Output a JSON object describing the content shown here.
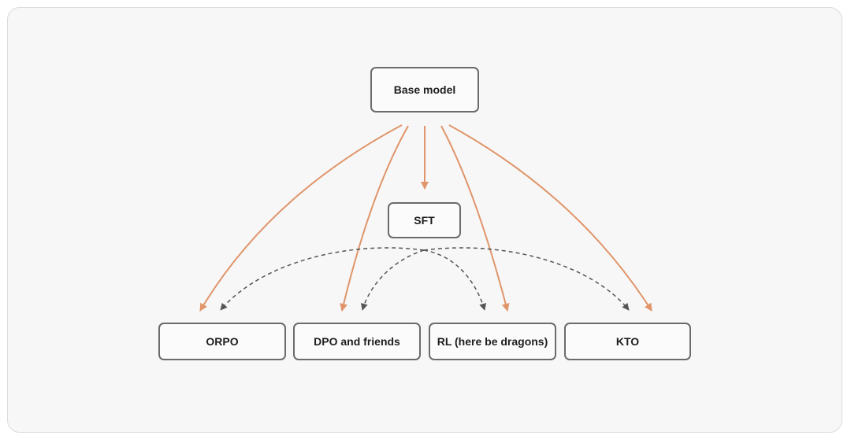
{
  "diagram": {
    "colors": {
      "background": "#f7f7f7",
      "node_border": "#6b6b6b",
      "solid_arrow": "#e0956a",
      "dashed_arrow": "#555555"
    },
    "nodes": {
      "base_model": {
        "label": "Base model"
      },
      "sft": {
        "label": "SFT"
      },
      "orpo": {
        "label": "ORPO"
      },
      "dpo": {
        "label": "DPO and friends"
      },
      "rl": {
        "label": "RL (here be dragons)"
      },
      "kto": {
        "label": "KTO"
      }
    },
    "edges": [
      {
        "from": "base_model",
        "to": "orpo",
        "style": "solid"
      },
      {
        "from": "base_model",
        "to": "dpo",
        "style": "solid"
      },
      {
        "from": "base_model",
        "to": "sft",
        "style": "solid"
      },
      {
        "from": "base_model",
        "to": "rl",
        "style": "solid"
      },
      {
        "from": "base_model",
        "to": "kto",
        "style": "solid"
      },
      {
        "from": "sft",
        "to": "orpo",
        "style": "dashed"
      },
      {
        "from": "sft",
        "to": "dpo",
        "style": "dashed"
      },
      {
        "from": "sft",
        "to": "rl",
        "style": "dashed"
      },
      {
        "from": "sft",
        "to": "kto",
        "style": "dashed"
      }
    ]
  }
}
